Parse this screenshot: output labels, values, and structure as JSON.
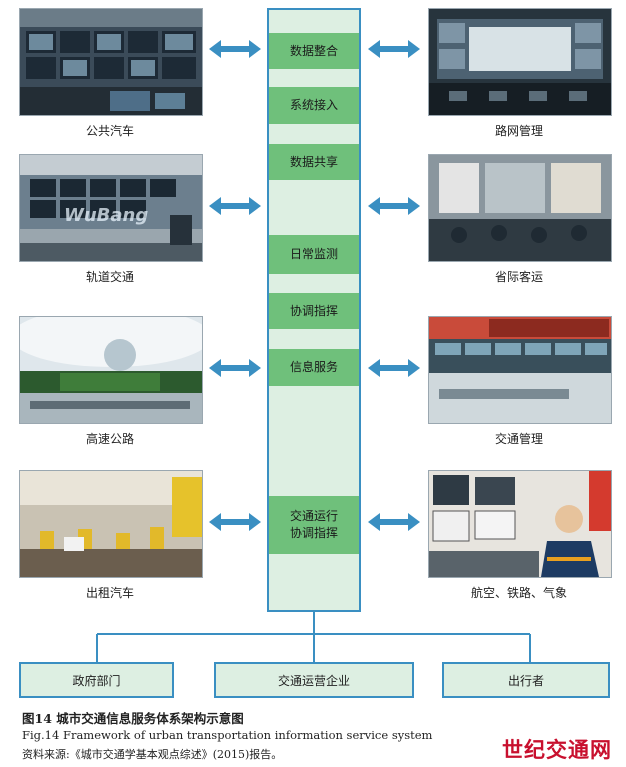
{
  "left_panels": [
    {
      "caption": "公共汽车"
    },
    {
      "caption": "轨道交通"
    },
    {
      "caption": "高速公路"
    },
    {
      "caption": "出租汽车"
    }
  ],
  "right_panels": [
    {
      "caption": "路网管理"
    },
    {
      "caption": "省际客运"
    },
    {
      "caption": "交通管理"
    },
    {
      "caption": "航空、铁路、气象"
    }
  ],
  "center_boxes": [
    {
      "label": "数据整合"
    },
    {
      "label": "系统接入"
    },
    {
      "label": "数据共享"
    },
    {
      "label": "日常监测"
    },
    {
      "label": "协调指挥"
    },
    {
      "label": "信息服务"
    },
    {
      "label_line1": "交通运行",
      "label_line2": "协调指挥"
    }
  ],
  "bottom_boxes": [
    {
      "label": "政府部门"
    },
    {
      "label": "交通运营企业"
    },
    {
      "label": "出行者"
    }
  ],
  "photo_overlay_text": "WuBang",
  "figure": {
    "title_cn": "图14  城市交通信息服务体系架构示意图",
    "title_en": "Fig.14  Framework of urban transportation information service system",
    "source": "资料来源:《城市交通学基本观点综述》(2015)报告。"
  },
  "watermark": "世纪交通网",
  "colors": {
    "arrow": "#3a8fc2",
    "box": "#6fc07b",
    "column": "#ddefe2",
    "border": "#3a8fc2",
    "watermark": "#c8102e"
  }
}
